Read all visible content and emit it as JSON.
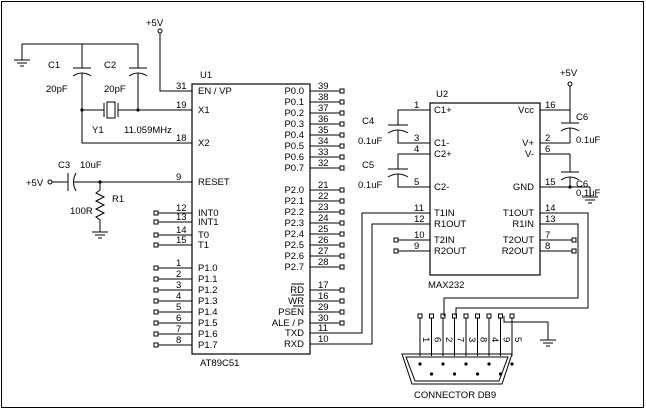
{
  "diagram": {
    "power": {
      "vcc_1": "+5V",
      "vcc_2": "+5V",
      "vcc_3": "+5V"
    },
    "mcu": {
      "ref": "U1",
      "part": "AT89C51",
      "pins_left": [
        {
          "num": "31",
          "name": "EN / VP"
        },
        {
          "num": "19",
          "name": "X1"
        },
        {
          "num": "18",
          "name": "X2"
        },
        {
          "num": "9",
          "name": "RESET"
        },
        {
          "num": "12",
          "name": "INT0"
        },
        {
          "num": "13",
          "name": "INT1"
        },
        {
          "num": "14",
          "name": "T0"
        },
        {
          "num": "15",
          "name": "T1"
        },
        {
          "num": "1",
          "name": "P1.0"
        },
        {
          "num": "2",
          "name": "P1.1"
        },
        {
          "num": "3",
          "name": "P1.2"
        },
        {
          "num": "4",
          "name": "P1.3"
        },
        {
          "num": "5",
          "name": "P1.4"
        },
        {
          "num": "6",
          "name": "P1.5"
        },
        {
          "num": "7",
          "name": "P1.6"
        },
        {
          "num": "8",
          "name": "P1.7"
        }
      ],
      "pins_right": [
        {
          "num": "39",
          "name": "P0.0"
        },
        {
          "num": "38",
          "name": "P0.1"
        },
        {
          "num": "37",
          "name": "P0.2"
        },
        {
          "num": "36",
          "name": "P0.3"
        },
        {
          "num": "35",
          "name": "P0.4"
        },
        {
          "num": "34",
          "name": "P0.5"
        },
        {
          "num": "33",
          "name": "P0.6"
        },
        {
          "num": "32",
          "name": "P0.7"
        },
        {
          "num": "21",
          "name": "P2.0"
        },
        {
          "num": "22",
          "name": "P2.1"
        },
        {
          "num": "23",
          "name": "P2.2"
        },
        {
          "num": "24",
          "name": "P2.3"
        },
        {
          "num": "25",
          "name": "P2.4"
        },
        {
          "num": "26",
          "name": "P2.5"
        },
        {
          "num": "27",
          "name": "P2.6"
        },
        {
          "num": "28",
          "name": "P2.7"
        },
        {
          "num": "17",
          "name": "RD"
        },
        {
          "num": "16",
          "name": "WR"
        },
        {
          "num": "29",
          "name": "PSEN"
        },
        {
          "num": "30",
          "name": "ALE / P"
        },
        {
          "num": "11",
          "name": "TXD"
        },
        {
          "num": "10",
          "name": "RXD"
        }
      ]
    },
    "max232": {
      "ref": "U2",
      "part": "MAX232",
      "pins_left": [
        {
          "num": "1",
          "name": "C1+"
        },
        {
          "num": "3",
          "name": "C1-"
        },
        {
          "num": "4",
          "name": "C2+"
        },
        {
          "num": "5",
          "name": "C2-"
        },
        {
          "num": "11",
          "name": "T1IN"
        },
        {
          "num": "12",
          "name": "R1OUT"
        },
        {
          "num": "10",
          "name": "T2IN"
        },
        {
          "num": "9",
          "name": "R2OUT"
        }
      ],
      "pins_right": [
        {
          "num": "16",
          "name": "Vcc"
        },
        {
          "num": "2",
          "name": "V+"
        },
        {
          "num": "6",
          "name": "V-"
        },
        {
          "num": "15",
          "name": "GND"
        },
        {
          "num": "14",
          "name": "T1OUT"
        },
        {
          "num": "13",
          "name": "R1IN"
        },
        {
          "num": "7",
          "name": "T2OUT"
        },
        {
          "num": "8",
          "name": "R2OUT"
        }
      ]
    },
    "parts": {
      "c1_ref": "C1",
      "c1_val": "20pF",
      "c2_ref": "C2",
      "c2_val": "20pF",
      "y1_ref": "Y1",
      "y1_val": "11.059MHz",
      "c3_ref": "C3",
      "c3_val": "10uF",
      "r1_ref": "R1",
      "r1_val": "100R",
      "c4_ref": "C4",
      "c4_val": "0.1uF",
      "c5_ref": "C5",
      "c5_val": "0.1uF",
      "c6a_ref": "C6",
      "c6a_val": "0.1uF",
      "c6b_ref": "C6",
      "c6b_val": "0.1uF"
    },
    "connector": {
      "label": "CONNECTOR DB9",
      "pins": [
        "1",
        "6",
        "2",
        "7",
        "3",
        "8",
        "4",
        "9",
        "5"
      ]
    }
  }
}
